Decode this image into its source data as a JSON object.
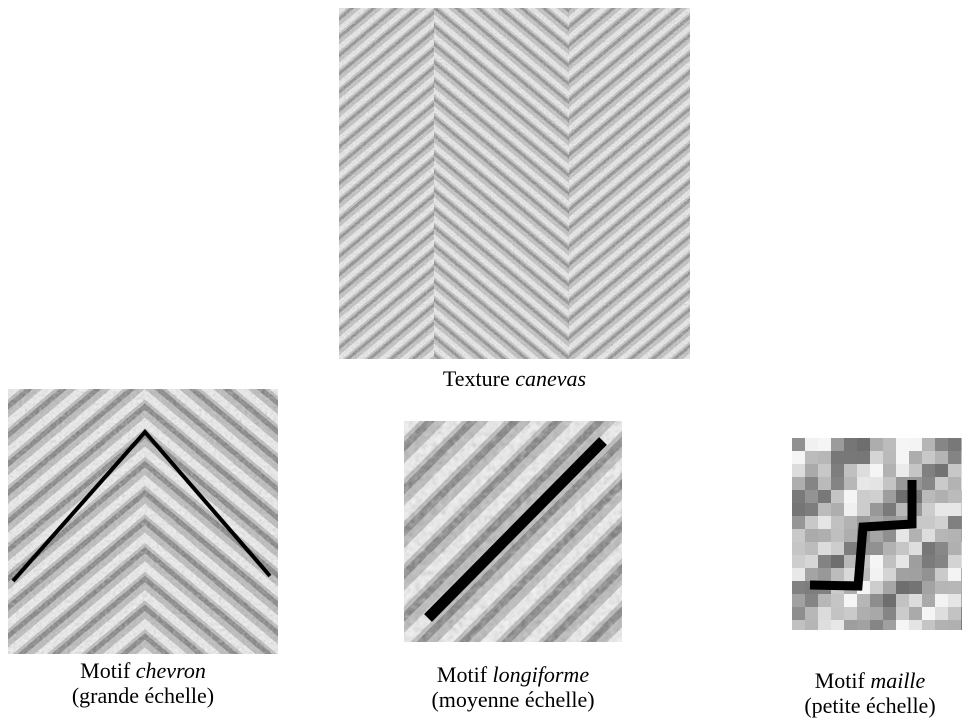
{
  "main": {
    "caption_prefix": "Texture ",
    "caption_term": "canevas"
  },
  "motifs": [
    {
      "prefix": "Motif ",
      "term": "chevron",
      "scale": "(grande échelle)",
      "overlay": "chevron-line"
    },
    {
      "prefix": "Motif ",
      "term": "longiforme",
      "scale": "(moyenne échelle)",
      "overlay": "diagonal-line"
    },
    {
      "prefix": "Motif ",
      "term": "maille",
      "scale": "(petite échelle)",
      "overlay": "zigzag-line"
    }
  ],
  "colors": {
    "texture_light": "#efefef",
    "texture_mid": "#b8b8b8",
    "texture_dark": "#7d7d7d",
    "overlay_line": "#000000"
  }
}
